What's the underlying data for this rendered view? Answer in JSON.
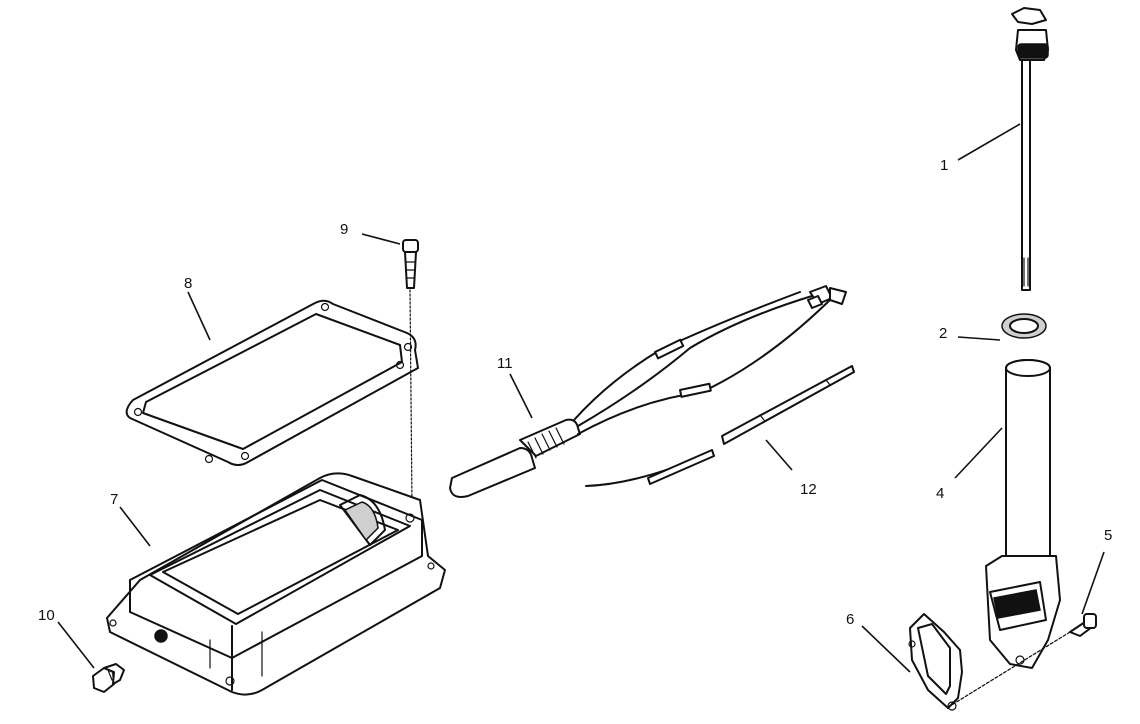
{
  "diagram": {
    "callouts": [
      {
        "id": "1",
        "label": "1",
        "part": "dipstick"
      },
      {
        "id": "2",
        "label": "2",
        "part": "sealing-ring"
      },
      {
        "id": "3",
        "label": "4",
        "part": "filler-tube"
      },
      {
        "id": "4",
        "label": "5",
        "part": "screw"
      },
      {
        "id": "5",
        "label": "6",
        "part": "gasket"
      },
      {
        "id": "6",
        "label": "7",
        "part": "oil-pan"
      },
      {
        "id": "7",
        "label": "8",
        "part": "pan-gasket"
      },
      {
        "id": "8",
        "label": "9",
        "part": "bolt"
      },
      {
        "id": "9",
        "label": "10",
        "part": "drain-plug"
      },
      {
        "id": "10",
        "label": "11",
        "part": "oil-level-sensor"
      },
      {
        "id": "11",
        "label": "12",
        "part": "insulating-sleeve"
      }
    ]
  }
}
